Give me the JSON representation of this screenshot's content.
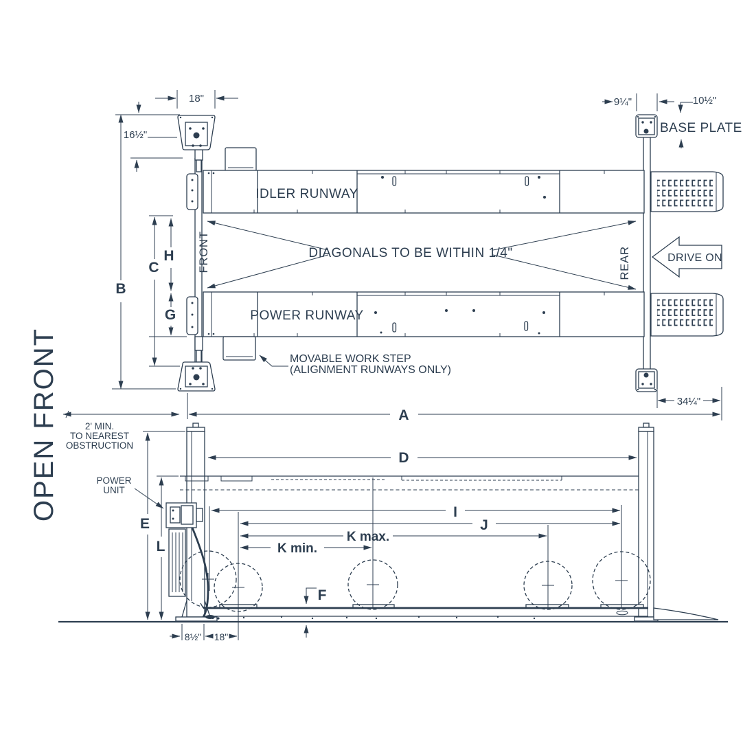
{
  "colors": {
    "line": "#2d3e50",
    "background": "#ffffff"
  },
  "side_label": {
    "open_front": "OPEN FRONT"
  },
  "plan_view": {
    "idler_runway": "IDLER RUNWAY",
    "power_runway": "POWER RUNWAY",
    "front": "FRONT",
    "rear": "REAR",
    "drive_on": "DRIVE ON",
    "base_plate": "BASE PLATE",
    "diagonals_note": "DIAGONALS TO BE WITHIN 1/4\"",
    "work_step_line1": "MOVABLE WORK STEP",
    "work_step_line2": "(ALIGNMENT RUNWAYS ONLY)",
    "dim_column_top_width": "18\"",
    "dim_column_side_depth": "16½\"",
    "dim_rear_base_width": "9¼\"",
    "dim_rear_base_depth": "10½\"",
    "dim_rear_overhang": "34¼\"",
    "dim_A": "A",
    "dim_B": "B",
    "dim_C": "C",
    "dim_G": "G",
    "dim_H": "H"
  },
  "elevation_view": {
    "obstruction_line1": "2' MIN.",
    "obstruction_line2": "TO NEAREST",
    "obstruction_line3": "OBSTRUCTION",
    "power_unit_line1": "POWER",
    "power_unit_line2": "UNIT",
    "dim_D": "D",
    "dim_E": "E",
    "dim_F": "F",
    "dim_I": "I",
    "dim_J": "J",
    "dim_K_max": "K max.",
    "dim_K_min": "K min.",
    "dim_L": "L",
    "dim_base_offset": "8½\"",
    "dim_wheel_offset": "18\""
  }
}
